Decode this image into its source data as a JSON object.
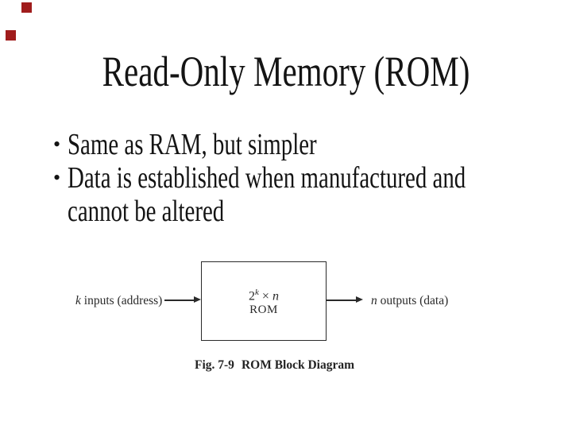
{
  "slide": {
    "title": "Read-Only Memory (ROM)",
    "bullet1": {
      "marker": "•",
      "line1": "Same as RAM, but simpler"
    },
    "bullet2": {
      "marker": "•",
      "line1": "Data is established when manufactured and",
      "line2": "cannot be altered"
    }
  },
  "diagram": {
    "box": {
      "base": "2",
      "sup": "k",
      "times": " × ",
      "var": "n",
      "name": "ROM"
    },
    "input": {
      "var": "k",
      "rest": " inputs (address)"
    },
    "output": {
      "var": "n",
      "rest": " outputs (data)"
    },
    "caption": {
      "fig": "Fig. 7-9",
      "text": "ROM Block Diagram"
    }
  },
  "decor": {
    "accent_color": "#a01c1c"
  },
  "colors": {
    "background": "#ffffff",
    "text": "#141414",
    "diagram_ink": "#2a2a2a"
  }
}
